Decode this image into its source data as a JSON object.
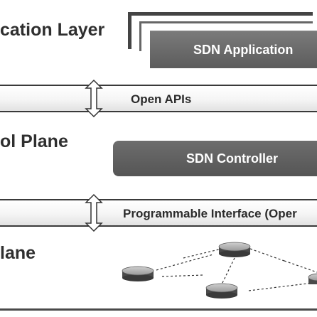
{
  "application_layer": {
    "title": "cation Layer",
    "app_label": "SDN Application"
  },
  "northbound": {
    "label": "Open APIs"
  },
  "control_plane": {
    "title": "ol Plane",
    "controller_label": "SDN Controller"
  },
  "southbound": {
    "label": "Programmable Interface (Oper"
  },
  "data_plane": {
    "title": "lane"
  },
  "colors": {
    "box_fill": "#5f5f5f",
    "band_border": "#3a3a3a",
    "text": "#2f2f2f"
  },
  "icons": [
    "up-down-arrow-icon",
    "router-icon"
  ]
}
